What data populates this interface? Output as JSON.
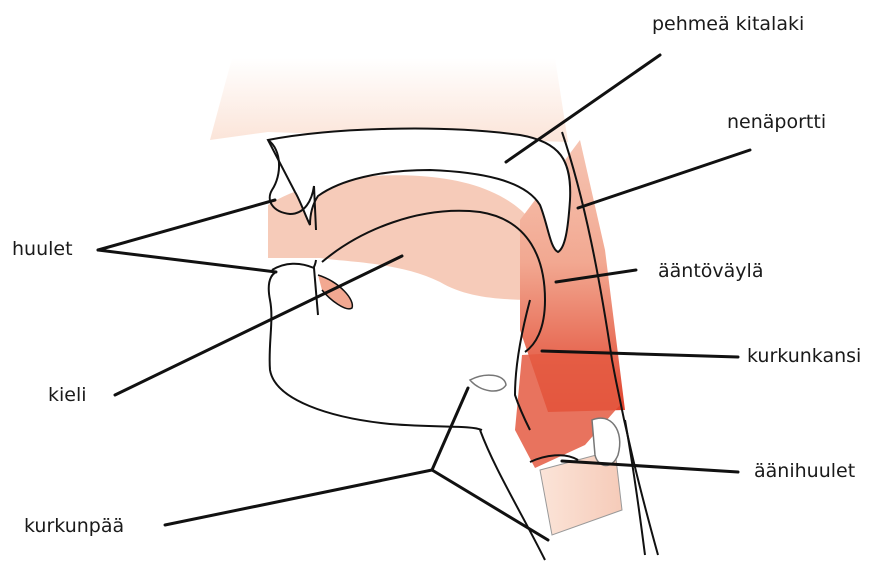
{
  "labels": {
    "soft_palate": "pehmeä kitalaki",
    "velum_port": "nenäportti",
    "lips": "huulet",
    "vocal_tract": "ääntöväylä",
    "tongue": "kieli",
    "epiglottis": "kurkunkansi",
    "vocal_folds": "äänihuulet",
    "larynx": "kurkunpää"
  },
  "colors": {
    "tract_light": "#fbe4d8",
    "tract_mid": "#f2a891",
    "tract_dark": "#e0422c",
    "outline": "#111111"
  }
}
